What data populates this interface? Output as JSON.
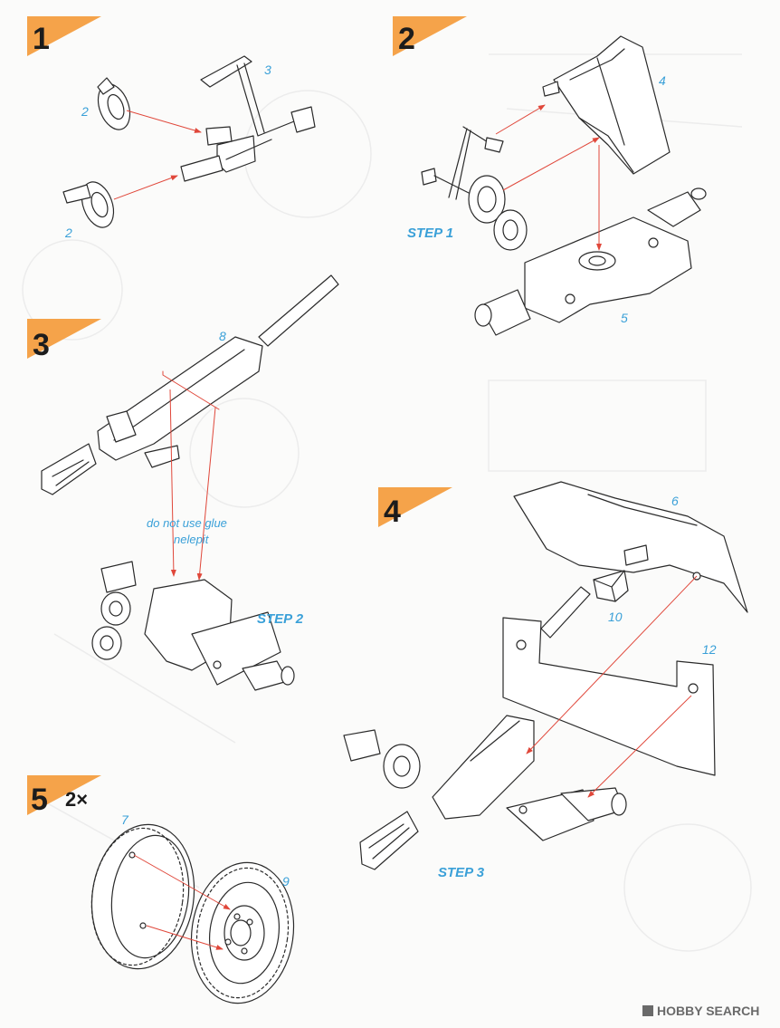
{
  "steps": [
    {
      "number": "1"
    },
    {
      "number": "2"
    },
    {
      "number": "3"
    },
    {
      "number": "4"
    },
    {
      "number": "5",
      "multiplier": "2×"
    }
  ],
  "part_labels": {
    "p2a": "2",
    "p2b": "2",
    "p3": "3",
    "p4": "4",
    "p5": "5",
    "p8": "8",
    "p6": "6",
    "p10": "10",
    "p12": "12",
    "p7": "7",
    "p9": "9"
  },
  "sub_steps": {
    "s1": "STEP 1",
    "s2": "STEP 2",
    "s3": "STEP 3"
  },
  "notes": {
    "glue_en": "do not use glue",
    "glue_cz": "nelepit"
  },
  "watermark": {
    "icon": "hobby-search-logo-icon",
    "text": "HOBBY SEARCH"
  },
  "colors": {
    "banner": "#f5a34a",
    "label_blue": "#3aa0d8",
    "arrow_red": "#e0473a"
  }
}
